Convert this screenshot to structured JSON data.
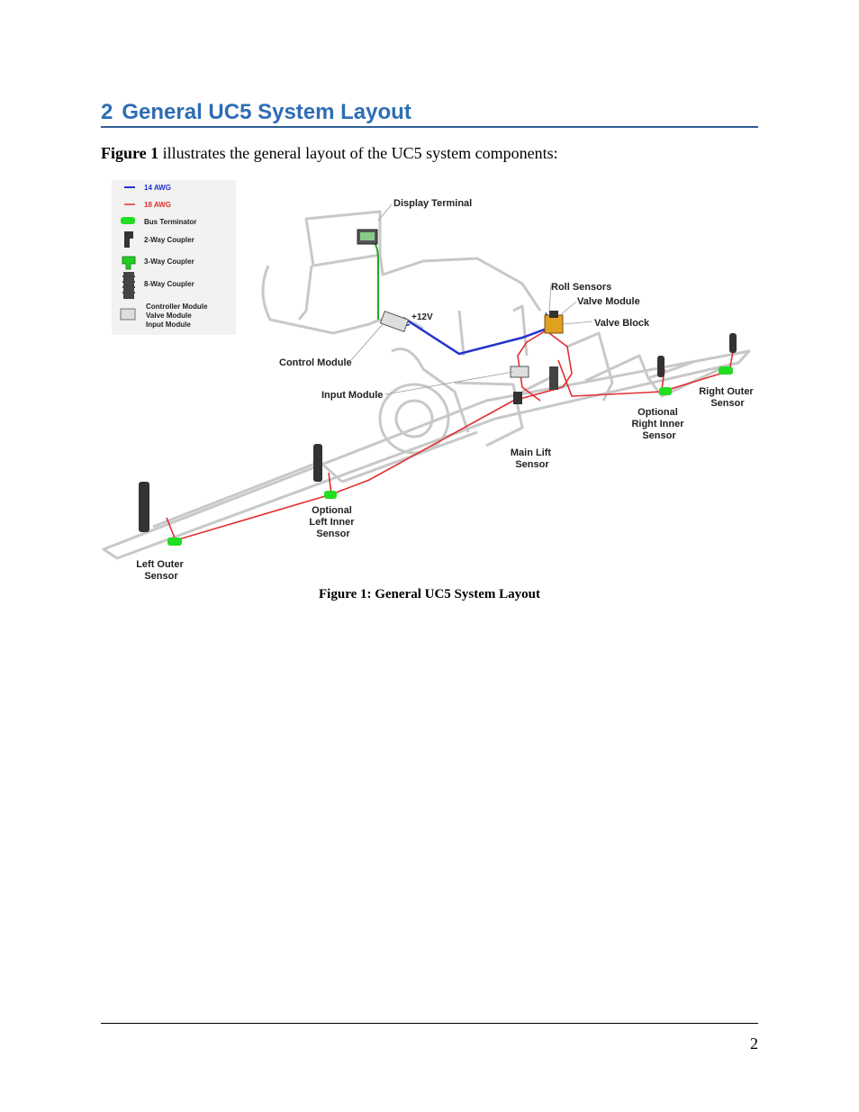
{
  "section": {
    "number": "2",
    "title": "General UC5 System Layout"
  },
  "intro": {
    "figure_ref": "Figure 1",
    "text": " illustrates the general layout of the UC5 system components:"
  },
  "legend": {
    "items": [
      {
        "label": "14 AWG",
        "color": "#2233cc"
      },
      {
        "label": "18 AWG",
        "color": "#e03030"
      },
      {
        "label": "Bus Terminator",
        "color": "#22dd22"
      },
      {
        "label": "2-Way Coupler"
      },
      {
        "label": "3-Way Coupler",
        "color": "#22cc22"
      },
      {
        "label": "8-Way Coupler"
      }
    ],
    "module_lines": [
      "Controller Module",
      "Valve Module",
      "Input Module"
    ]
  },
  "diagram": {
    "labels": {
      "display_terminal": "Display Terminal",
      "plus_12v": "+12V",
      "control_module": "Control Module",
      "input_module": "Input Module",
      "roll_sensors": "Roll Sensors",
      "valve_module": "Valve Module",
      "valve_block": "Valve Block",
      "right_outer": [
        "Right Outer",
        "Sensor"
      ],
      "optional_right_inner": [
        "Optional",
        "Right Inner",
        "Sensor"
      ],
      "main_lift": [
        "Main Lift",
        "Sensor"
      ],
      "optional_left_inner": [
        "Optional",
        "Left Inner",
        "Sensor"
      ],
      "left_outer": [
        "Left Outer",
        "Sensor"
      ]
    },
    "colors": {
      "wire_14awg": "#2233cc",
      "wire_18awg": "#e03030",
      "terminator": "#22dd22",
      "outline": "#c8c8c8"
    }
  },
  "caption": "Figure 1: General UC5 System Layout",
  "page_number": "2"
}
